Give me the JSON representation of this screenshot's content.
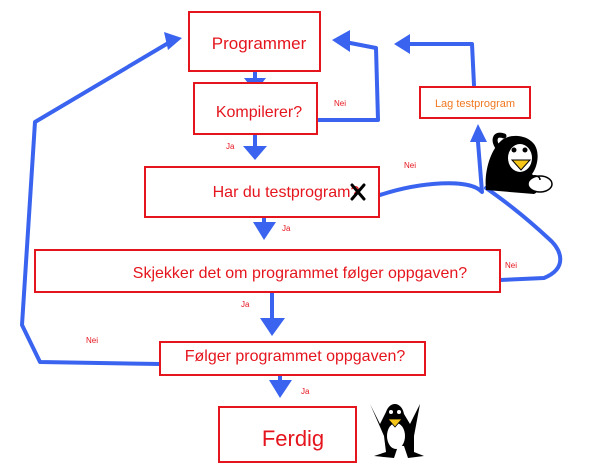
{
  "colors": {
    "box_border": "#e5151e",
    "box_text": "#e5151e",
    "arrow": "#3a64f0",
    "small_label": "#e5151e",
    "test_box_text": "#f07820",
    "penguin_body": "#000000",
    "penguin_beak": "#f5c518"
  },
  "nodes": {
    "programmer": "Programmer",
    "kompilerer": "Kompilerer?",
    "har_testprogram": "Har du testprogram?",
    "skjekker": "Skjekker det om programmet følger oppgaven?",
    "folger": "Følger programmet oppgaven?",
    "ferdig": "Ferdig",
    "lag_testprogram": "Lag testprogram"
  },
  "edges": {
    "ja_1": "Ja",
    "ja_2": "Ja",
    "ja_3": "Ja",
    "ja_4": "Ja",
    "nei_1": "Nei",
    "nei_2": "Nei",
    "nei_3": "Nei",
    "nei_4": "Nei"
  },
  "icons": [
    "penguin-thinking-icon",
    "penguin-cheering-icon",
    "cross-mark-icon"
  ]
}
